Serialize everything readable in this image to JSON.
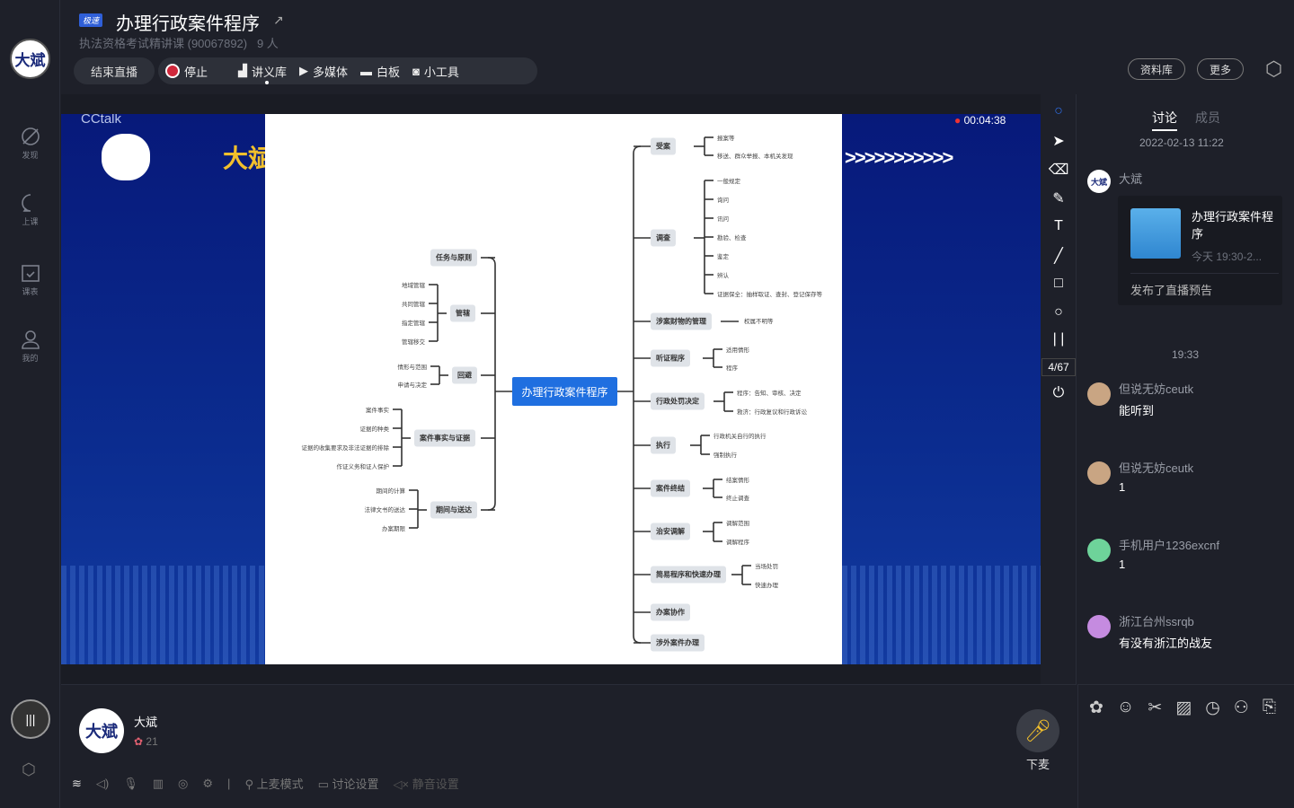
{
  "header": {
    "badge": "极速",
    "title": "办理行政案件程序",
    "course": "执法资格考试精讲课 (90067892)",
    "count": "9 人",
    "end_live": "结束直播",
    "stop": "停止",
    "tools": [
      "讲义库",
      "多媒体",
      "白板",
      "小工具"
    ],
    "library": "资料库",
    "more": "更多"
  },
  "sidebar": {
    "logo": "大斌",
    "items": [
      "发现",
      "上课",
      "课表",
      "我的"
    ]
  },
  "stage": {
    "watermark": "CCtalk",
    "slide_logo": "大斌",
    "timer": "00:04:38",
    "chevrons": ">>>>>>>>>>>"
  },
  "mindmap": {
    "root": "办理行政案件程序",
    "right": [
      {
        "label": "受案",
        "children": [
          "报案等",
          "移送、群众举报、本机关发现"
        ]
      },
      {
        "label": "调查",
        "children": [
          "一般规定",
          "询问",
          "讯问",
          "勘验、检查",
          "鉴定",
          "辨认",
          "证据保全：抽样取证、查封、登记保存等"
        ]
      },
      {
        "label": "涉案财物的管理",
        "children": [
          "权属不明等"
        ]
      },
      {
        "label": "听证程序",
        "children": [
          "适用情形",
          "程序"
        ]
      },
      {
        "label": "行政处罚决定",
        "children": [
          "程序：告知、审核、决定",
          "救济：行政复议和行政诉讼"
        ]
      },
      {
        "label": "执行",
        "children": [
          "行政机关自行的执行",
          "强制执行"
        ]
      },
      {
        "label": "案件终结",
        "children": [
          "结案情形",
          "终止调查"
        ]
      },
      {
        "label": "治安调解",
        "children": [
          "调解范围",
          "调解程序"
        ]
      },
      {
        "label": "简易程序和快速办理",
        "children": [
          "当场处罚",
          "快速办理"
        ]
      },
      {
        "label": "办案协作",
        "children": []
      },
      {
        "label": "涉外案件办理",
        "children": []
      }
    ],
    "left": [
      {
        "label": "任务与原则",
        "children": []
      },
      {
        "label": "管辖",
        "children": [
          "地域管辖",
          "共同管辖",
          "指定管辖",
          "管辖移交"
        ]
      },
      {
        "label": "回避",
        "children": [
          "情形与范围",
          "申请与决定"
        ]
      },
      {
        "label": "案件事实与证据",
        "children": [
          "案件事实",
          "证据的种类",
          "证据的收集要求及非法证据的排除",
          "作证义务和证人保护"
        ]
      },
      {
        "label": "期间与送达",
        "children": [
          "期间的计算",
          "法律文书的送达",
          "办案期限"
        ]
      }
    ]
  },
  "tools": {
    "page": "4/67"
  },
  "chat": {
    "tabs": [
      "讨论",
      "成员"
    ],
    "date": "2022-02-13  11:22",
    "host": "大斌",
    "card_title": "办理行政案件程序",
    "card_time": "今天  19:30-2...",
    "card_footer": "发布了直播预告",
    "time2": "19:33",
    "messages": [
      {
        "name": "但说无妨ceutk",
        "text": "能听到"
      },
      {
        "name": "但说无妨ceutk",
        "text": "1"
      },
      {
        "name": "手机用户1236excnf",
        "text": "1"
      },
      {
        "name": "浙江台州ssrqb",
        "text": "有没有浙江的战友"
      }
    ]
  },
  "bottom": {
    "host": "大斌",
    "flowers": "21",
    "mic_mode": "上麦模式",
    "chat_settings": "讨论设置",
    "mute_settings": "静音设置",
    "leave_mic": "下麦"
  },
  "colors": {
    "accent": "#2f6fe8",
    "bg": "#1e2029",
    "stage": "#0b2c8f"
  }
}
